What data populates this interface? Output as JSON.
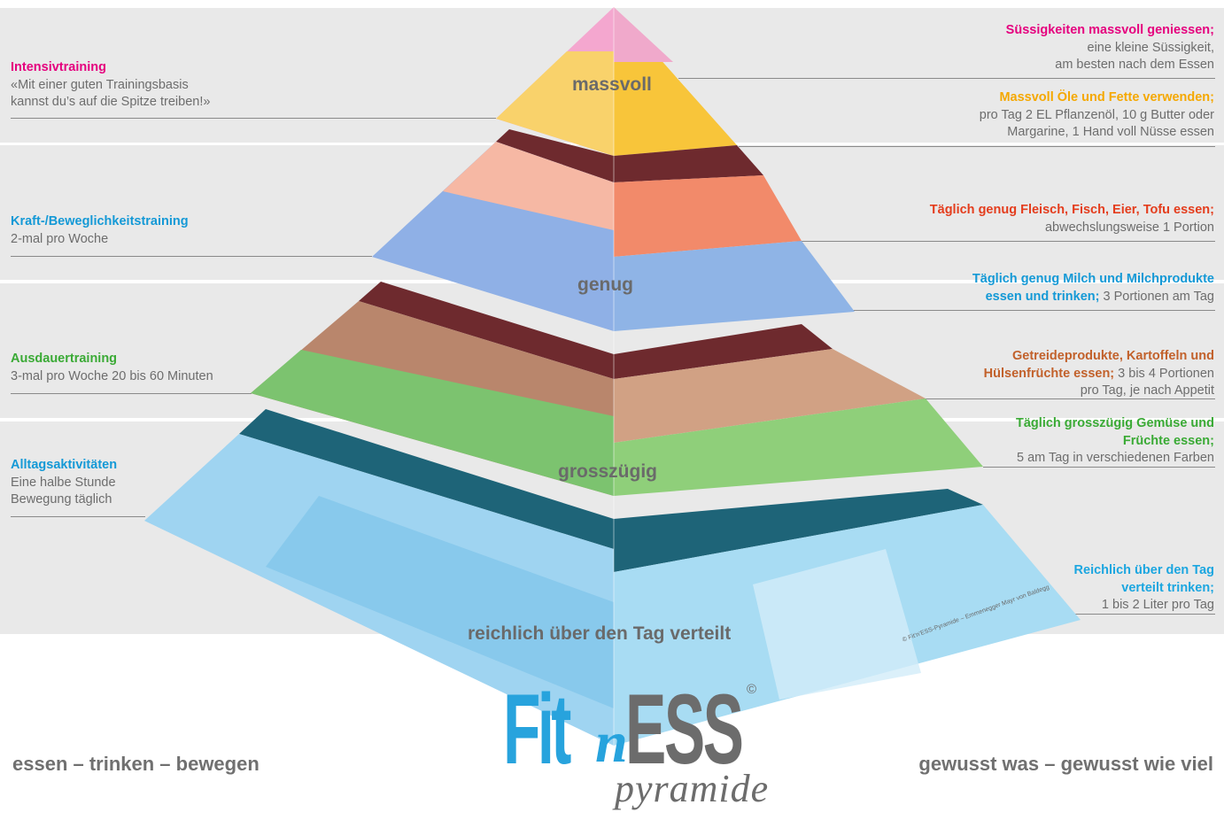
{
  "left_blocks": [
    {
      "heading": "Intensivtraining",
      "lines": [
        "«Mit einer guten Trainingsbasis",
        "kannst du’s auf die Spitze treiben!»"
      ],
      "color": "#e5007e"
    },
    {
      "heading": "Kraft-/Beweglichkeitstraining",
      "lines": [
        "2-mal pro Woche"
      ],
      "color": "#1499d6"
    },
    {
      "heading": "Ausdauertraining",
      "lines": [
        "3-mal pro Woche 20 bis 60 Minuten"
      ],
      "color": "#3aaa35"
    },
    {
      "heading": "Alltagsaktivitäten",
      "lines": [
        "Eine halbe Stunde",
        "Bewegung täglich"
      ],
      "color": "#1499d6"
    }
  ],
  "right_blocks": [
    {
      "heading": "Süssigkeiten massvoll geniessen;",
      "lines": [
        "eine kleine Süssigkeit,",
        "am besten nach dem Essen"
      ],
      "color": "#e5007e"
    },
    {
      "heading": "Massvoll Öle und Fette verwenden;",
      "lines": [
        "pro Tag 2 EL Pflanzenöl, 10 g Butter oder",
        "Margarine, 1 Hand voll Nüsse essen"
      ],
      "color": "#f5a800"
    },
    {
      "heading": "Täglich genug Fleisch, Fisch, Eier, Tofu essen;",
      "lines": [
        "abwechslungsweise 1 Portion"
      ],
      "color": "#e43d1d"
    },
    {
      "heading_lines": [
        "Täglich genug Milch und Milchprodukte",
        "essen und trinken;"
      ],
      "tail": " 3 Portionen am Tag",
      "color": "#1499d6"
    },
    {
      "heading_lines": [
        "Getreideprodukte, Kartoffeln und",
        "Hülsenfrüchte essen;"
      ],
      "tail": " 3 bis 4 Portionen",
      "lines": [
        "pro Tag, je nach Appetit"
      ],
      "color": "#c2612b"
    },
    {
      "heading_lines": [
        "Täglich grosszügig Gemüse und",
        "Früchte essen;"
      ],
      "lines": [
        "5 am Tag in verschiedenen Farben"
      ],
      "color": "#3aaa35"
    },
    {
      "heading_lines": [
        "Reichlich über den Tag",
        "verteilt trinken;"
      ],
      "lines": [
        "1 bis 2 Liter pro Tag"
      ],
      "color": "#1ba6e0"
    }
  ],
  "levels": {
    "top": "massvoll",
    "upper": "genug",
    "middle": "grosszügig",
    "base": "reichlich über den Tag verteilt"
  },
  "slogans": {
    "left": "essen – trinken – bewegen",
    "right": "gewusst was – gewusst wie viel"
  },
  "logo": {
    "fit": "Fit",
    "n": "n",
    "ess": "ESS",
    "copyright": "©",
    "subtitle": "pyramide"
  },
  "credit": "© Fit’n’ESS-Pyramide – Emmenegger Mayr von Baldegg",
  "colors": {
    "band": "#e9e9e9",
    "magenta": "#e5007e",
    "blue": "#1499d6",
    "green": "#3aaa35",
    "orange": "#f5a800",
    "red": "#e43d1d",
    "brown": "#c2612b",
    "divider_dark_red": "#6e2a2e",
    "divider_teal": "#1e6478",
    "logo_blue": "#27a3dd",
    "logo_grey": "#6c6c6c"
  }
}
